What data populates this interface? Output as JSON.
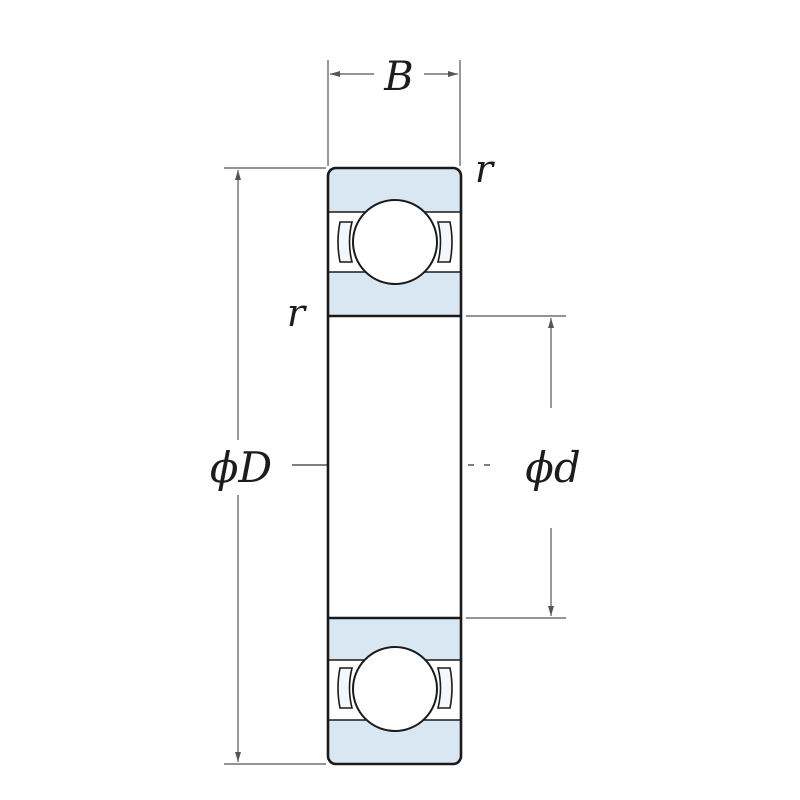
{
  "labels": {
    "width": "B",
    "corner_top": "r",
    "corner_inner": "r",
    "outer_diameter": "ϕD",
    "bore_diameter": "ϕd"
  },
  "colors": {
    "ring_fill": "#d9e7f3",
    "outline": "#1a1a1a",
    "dimension_line": "#555555",
    "background": "#ffffff"
  }
}
